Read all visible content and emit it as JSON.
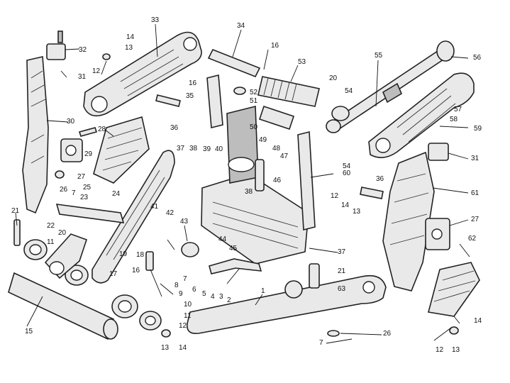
{
  "callouts": [
    "33",
    "34",
    "14",
    "32",
    "13",
    "12",
    "31",
    "16",
    "53",
    "55",
    "56",
    "20",
    "54",
    "52",
    "51",
    "16",
    "35",
    "30",
    "50",
    "57",
    "58",
    "59",
    "28",
    "36",
    "49",
    "29",
    "37",
    "38",
    "39",
    "40",
    "48",
    "47",
    "31",
    "60",
    "27",
    "25",
    "26",
    "7",
    "23",
    "24",
    "54",
    "36",
    "22",
    "46",
    "61",
    "41",
    "42",
    "38",
    "12",
    "14",
    "13",
    "21",
    "20",
    "43",
    "44",
    "45",
    "27",
    "11",
    "62",
    "19",
    "37",
    "18",
    "21",
    "17",
    "16",
    "9",
    "8",
    "7",
    "6",
    "5",
    "4",
    "3",
    "2",
    "1",
    "63",
    "10",
    "11",
    "15",
    "12",
    "13",
    "14",
    "26",
    "7",
    "14",
    "12",
    "13"
  ]
}
